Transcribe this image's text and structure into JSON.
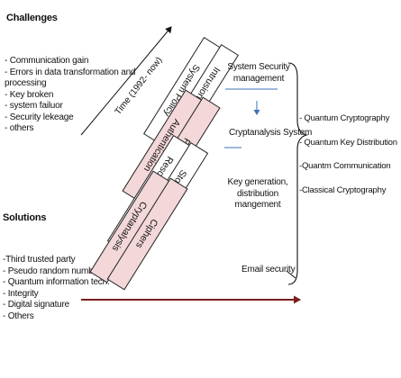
{
  "challenges": {
    "title": "Challenges",
    "items": [
      "- Communication gain",
      "- Errors in data transformation and",
      "processing",
      "- Key broken",
      "- system failuor",
      "- Security lekeage",
      "- others"
    ]
  },
  "solutions": {
    "title": "Solutions",
    "items": [
      "-Third trusted party",
      "- Pseudo random number",
      "- Quantum information tech.",
      "- Integrity",
      "- Digital signature",
      "- Others"
    ]
  },
  "timeline": {
    "label": "Time (1992- now)"
  },
  "layers": [
    {
      "label": "System Policy",
      "shaded": false
    },
    {
      "label": "Intrusion System",
      "shaded": false
    },
    {
      "label": "Authentication",
      "shaded": true
    },
    {
      "label": "Firewall",
      "shaded": true
    },
    {
      "label": "Resource protection",
      "shaded": false
    },
    {
      "label": "Storage Security",
      "shaded": false
    },
    {
      "label": "Cryptanalysis",
      "shaded": true
    },
    {
      "label": "Ciphers",
      "shaded": true
    }
  ],
  "management": {
    "system_security": [
      "System Security",
      "management"
    ],
    "cryptanalysis_system": "Cryptanalysis System",
    "key_generation": [
      "Key generation,",
      "distribution",
      "mangement"
    ],
    "email_security": "Email security"
  },
  "cryptography": {
    "items": [
      "- Quantum  Cryptography",
      "- Quantum Key Distribution",
      "-Quantm Communication",
      "-Classical Cryptography"
    ]
  },
  "colors": {
    "shaded_fill": "#f3d7d9",
    "plain_fill": "#ffffff",
    "outline": "#222222",
    "arrow_dark_red": "#7a1e1e",
    "accent_blue": "#3d72b4"
  }
}
